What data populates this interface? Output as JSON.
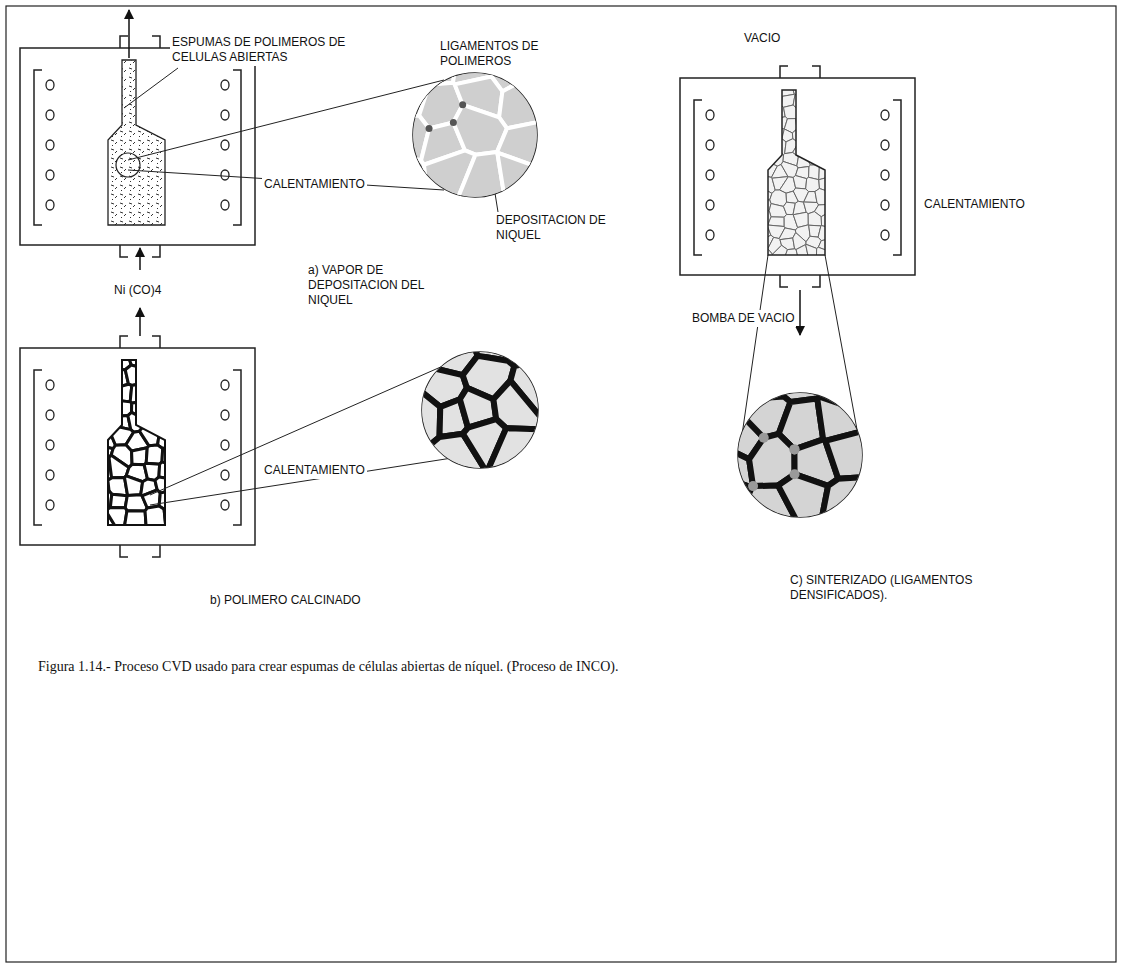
{
  "diagram": {
    "caption": "Figura 1.14.- Proceso CVD usado para crear espumas de células abiertas de níquel. (Proceso de INCO).",
    "labels": [
      "ESPUMAS DE POLIMEROS DE CELULAS ABIERTAS",
      "LIGAMENTOS DE POLIMEROS",
      "CALENTAMIENTO",
      "DEPOSITACION DE NIQUEL",
      "a) VAPOR DE DEPOSITACION DEL NIQUEL",
      "Ni (CO)4",
      "CALENTAMIENTO",
      "b) POLIMERO CALCINADO",
      "VACIO",
      "CALENTAMIENTO",
      "BOMBA DE VACIO",
      "C) SINTERIZADO (LIGAMENTOS DENSIFICADOS)."
    ]
  }
}
